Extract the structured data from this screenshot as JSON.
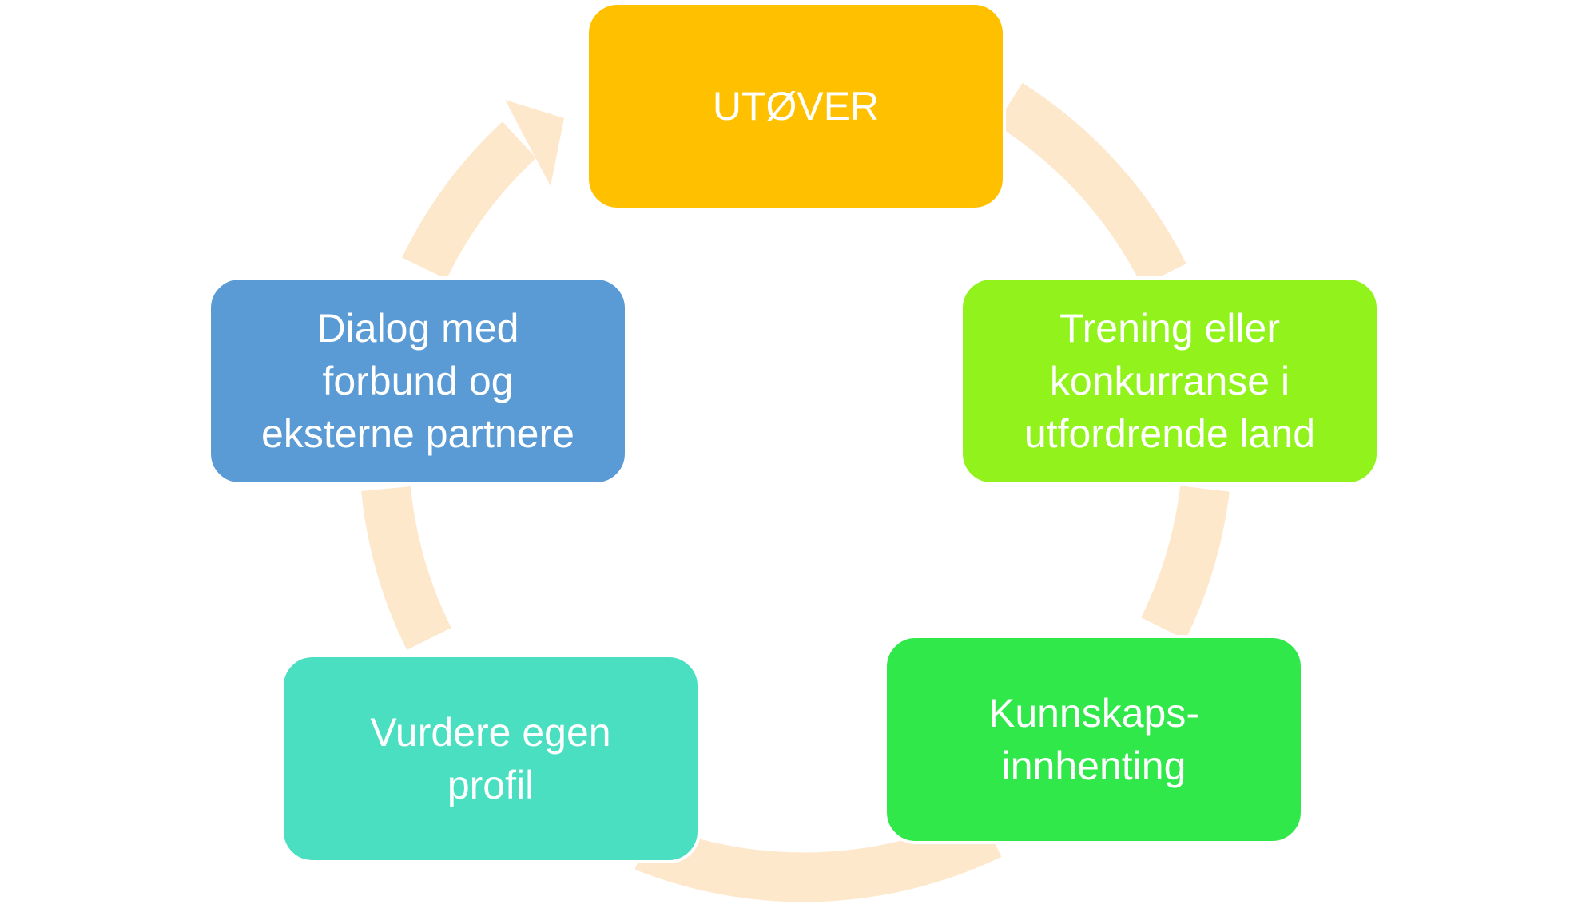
{
  "diagram": {
    "ring_color": "#fde8cc",
    "nodes": [
      {
        "id": "utover",
        "lines": [
          "UTØVER"
        ],
        "color": "#ffc000"
      },
      {
        "id": "trening",
        "lines": [
          "Trening eller",
          "konkurranse i",
          "utfordrende land"
        ],
        "color": "#92f31c"
      },
      {
        "id": "kunnskap",
        "lines": [
          "Kunnskaps-",
          "innhenting"
        ],
        "color": "#30e84a"
      },
      {
        "id": "vurdere",
        "lines": [
          "Vurdere egen",
          "profil"
        ],
        "color": "#4adfc0"
      },
      {
        "id": "dialog",
        "lines": [
          "Dialog med",
          "forbund og",
          "eksterne partnere"
        ],
        "color": "#5b9bd5"
      }
    ]
  }
}
